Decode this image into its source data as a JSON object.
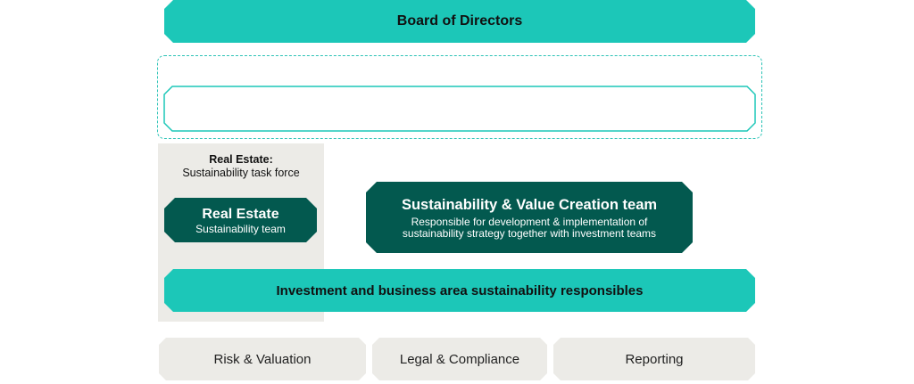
{
  "board": {
    "label": "Board of Directors"
  },
  "task_force": {
    "title": "Real Estate:",
    "subtitle": "Sustainability task force"
  },
  "real_estate_team": {
    "title": "Real Estate",
    "subtitle": "Sustainability team"
  },
  "value_creation_team": {
    "title": "Sustainability & Value Creation team",
    "description": "Responsible for development & implementation of sustainability strategy together with investment teams"
  },
  "investment_responsibles": {
    "label": "Investment and business area sustainability responsibles"
  },
  "support_functions": [
    {
      "label": "Risk & Valuation"
    },
    {
      "label": "Legal & Compliance"
    },
    {
      "label": "Reporting"
    }
  ],
  "colors": {
    "teal": "#1cc7b8",
    "dark_teal": "#03594f",
    "grey": "#ecebe7",
    "dashed_outline": "#2cc3b6"
  }
}
